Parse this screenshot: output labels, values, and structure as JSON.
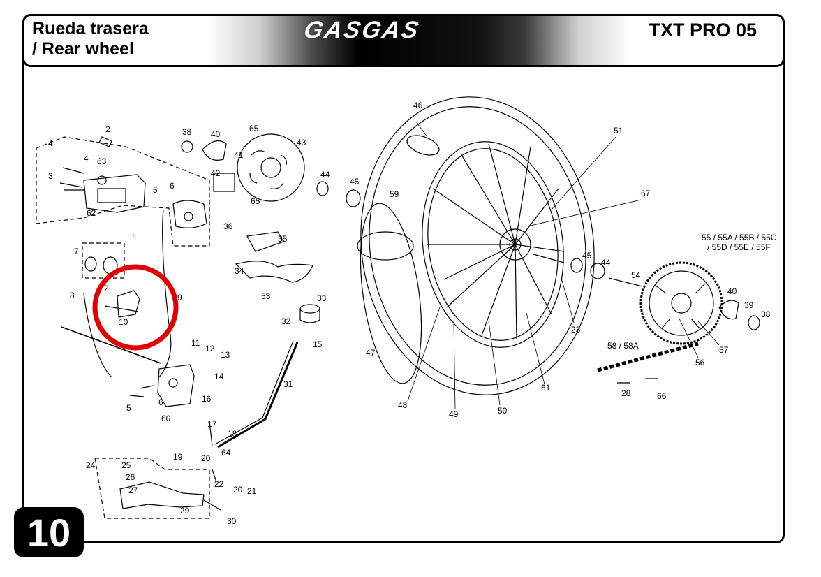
{
  "header": {
    "title_es": "Rueda trasera",
    "title_en": "/ Rear wheel",
    "brand": "GASGAS",
    "model": "TXT PRO 05"
  },
  "page_number": "10",
  "highlight": {
    "color": "#e00000",
    "marks": "circle around parts 2 / 10"
  },
  "callouts": {
    "c46": "46",
    "c51": "51",
    "c67": "67",
    "c59": "59",
    "c47": "47",
    "c48": "48",
    "c49": "49",
    "c50": "50",
    "c61": "61",
    "c23": "23",
    "c45b": "45",
    "c44b": "44",
    "c54": "54",
    "c55": "55 / 55A / 55B / 55C",
    "c55b": "/ 55D / 55E / 55F",
    "c40b": "40",
    "c39": "39",
    "c38b": "38",
    "c57": "57",
    "c56": "56",
    "c58": "58 / 58A",
    "c28": "28",
    "c66": "66",
    "c2a": "2",
    "c4a": "4",
    "c4b": "4",
    "c3": "3",
    "c63": "63",
    "c62": "62",
    "c5a": "5",
    "c6a": "6",
    "c38a": "38",
    "c40a": "40",
    "c65a": "65",
    "c41": "41",
    "c43": "43",
    "c42": "42",
    "c65b": "65",
    "c44a": "44",
    "c45a": "45",
    "c36": "36",
    "c35": "35",
    "c34": "34",
    "c1": "1",
    "c7": "7",
    "c8": "8",
    "c2b": "2",
    "c10": "10",
    "c9": "9",
    "c53": "53",
    "c32": "32",
    "c33": "33",
    "c15": "15",
    "c11": "11",
    "c12": "12",
    "c13": "13",
    "c14": "14",
    "c31": "31",
    "c16": "16",
    "c6b": "6",
    "c5b": "5",
    "c60": "60",
    "c17": "17",
    "c18": "18",
    "c64": "64",
    "c19": "19",
    "c20a": "20",
    "c22": "22",
    "c20b": "20",
    "c21": "21",
    "c24": "24",
    "c25": "25",
    "c26": "26",
    "c27": "27",
    "c29": "29",
    "c30": "30"
  }
}
